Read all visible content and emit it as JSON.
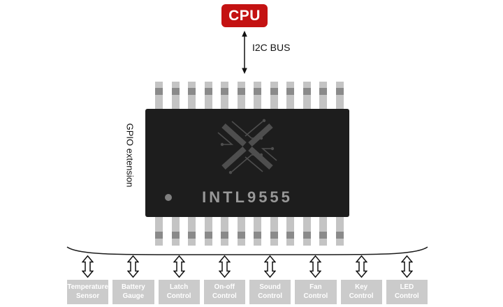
{
  "cpu": {
    "label": "CPU"
  },
  "bus": {
    "label": "I2C BUS"
  },
  "chip": {
    "name": "INTL9555",
    "side_label": "GPIO extension",
    "pin_count": 12
  },
  "peripherals": [
    {
      "line1": "Temperature",
      "line2": "Sensor"
    },
    {
      "line1": "Battery",
      "line2": "Gauge"
    },
    {
      "line1": "Latch",
      "line2": "Control"
    },
    {
      "line1": "On-off",
      "line2": "Control"
    },
    {
      "line1": "Sound",
      "line2": "Control"
    },
    {
      "line1": "Fan",
      "line2": "Control"
    },
    {
      "line1": "Key",
      "line2": "Control"
    },
    {
      "line1": "LED",
      "line2": "Control"
    }
  ],
  "colors": {
    "cpu_red": "#c41212",
    "chip_black": "#1d1d1d",
    "chip_text_gray": "#989898",
    "pin_gray": "#c4c4c4",
    "pin_band_gray": "#8a8a8a",
    "peripheral_box_gray": "#cbcbcb",
    "peripheral_text": "#ffffff"
  }
}
